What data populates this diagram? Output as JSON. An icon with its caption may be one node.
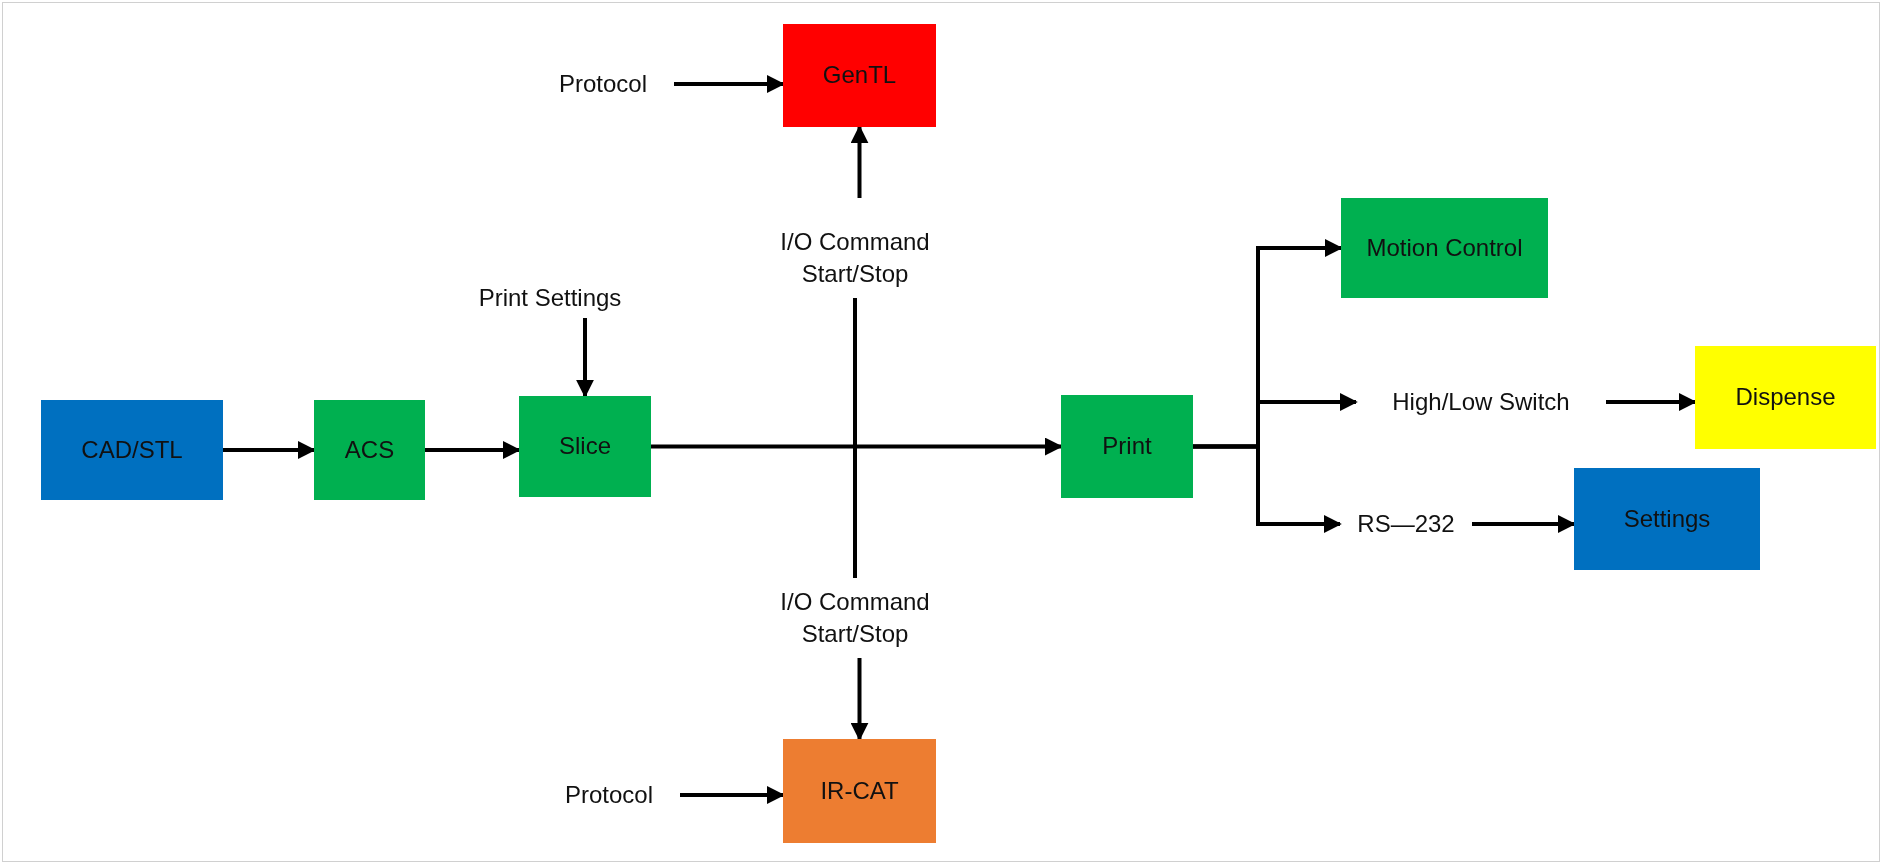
{
  "diagram": {
    "nodes": [
      {
        "text": [
          "Protocol"
        ]
      },
      {
        "text": [
          "GenTL"
        ]
      },
      {
        "text": [
          "I/O Command Start/Stop"
        ]
      },
      {
        "text": [
          "Motion Control"
        ]
      },
      {
        "text": [
          "Print Settings"
        ]
      },
      {
        "text": [
          "CAD/STL"
        ]
      },
      {
        "text": [
          "ACS"
        ]
      },
      {
        "text": [
          "Slice"
        ]
      },
      {
        "text": [
          "Print"
        ]
      },
      {
        "text": [
          "High/Low Switch"
        ]
      },
      {
        "text": [
          "Dispense"
        ]
      },
      {
        "text": [
          "RS—232"
        ]
      },
      {
        "text": [
          "Settings"
        ]
      },
      {
        "text": [
          "I/O Command Start/Stop"
        ]
      },
      {
        "text": [
          "Protocol"
        ]
      },
      {
        "text": [
          "IR-CAT"
        ]
      }
    ],
    "edges": [
      {
        "from": 5,
        "to": 6,
        "arrow": "to"
      },
      {
        "from": 6,
        "to": 7,
        "arrow": "to"
      },
      {
        "from": 4,
        "to": 7,
        "arrow": "to"
      },
      {
        "from": 7,
        "to": 8,
        "arrow": "to"
      },
      {
        "from": 0,
        "to": 1,
        "arrow": "to"
      },
      {
        "from": 2,
        "to": 1,
        "arrow": "to"
      },
      {
        "from": 2,
        "to": 13,
        "arrow": "none"
      },
      {
        "from": 13,
        "to": 15,
        "arrow": "to"
      },
      {
        "from": 14,
        "to": 15,
        "arrow": "to"
      },
      {
        "from": 8,
        "to": 3,
        "arrow": "to"
      },
      {
        "from": 8,
        "to": 9,
        "arrow": "to"
      },
      {
        "from": 8,
        "to": 11,
        "arrow": "to"
      },
      {
        "from": 9,
        "to": 10,
        "arrow": "to"
      },
      {
        "from": 11,
        "to": 12,
        "arrow": "to"
      }
    ]
  }
}
